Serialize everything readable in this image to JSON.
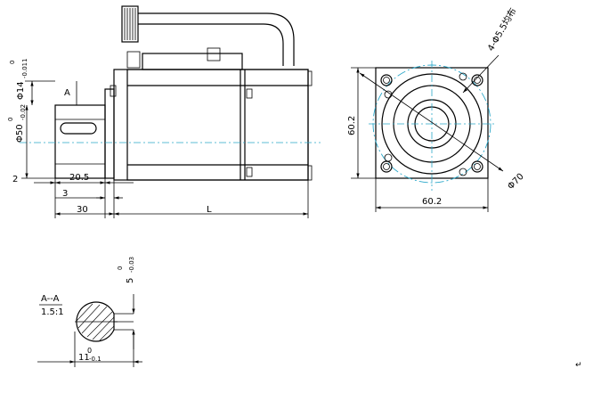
{
  "drawing": {
    "side_view": {
      "dim_shaft_diameter": "Φ14",
      "dim_shaft_tol_upper": "0",
      "dim_shaft_tol_lower": "-0.011",
      "dim_pilot_diameter": "Φ50",
      "dim_pilot_tol_upper": "0",
      "dim_pilot_tol_lower": "-0.02",
      "section_marker": "A",
      "dim_key_length": "20.5",
      "dim_flange_step": "2",
      "dim_flange_thickness": "3",
      "dim_shaft_length": "30",
      "dim_body_length": "L"
    },
    "front_view": {
      "dim_holes": "4-Φ5.5均布",
      "dim_height": "60.2",
      "dim_width": "60.2",
      "dim_pcd": "Φ70"
    },
    "section_view": {
      "label": "A--A",
      "scale": "1.5:1",
      "dim_key_depth": "5",
      "dim_key_tol_upper": "0",
      "dim_key_tol_lower": "-0.03",
      "dim_shaft_height": "11",
      "dim_height_tol_upper": "0",
      "dim_height_tol_lower": "-0.1"
    },
    "return_mark": "↵"
  }
}
